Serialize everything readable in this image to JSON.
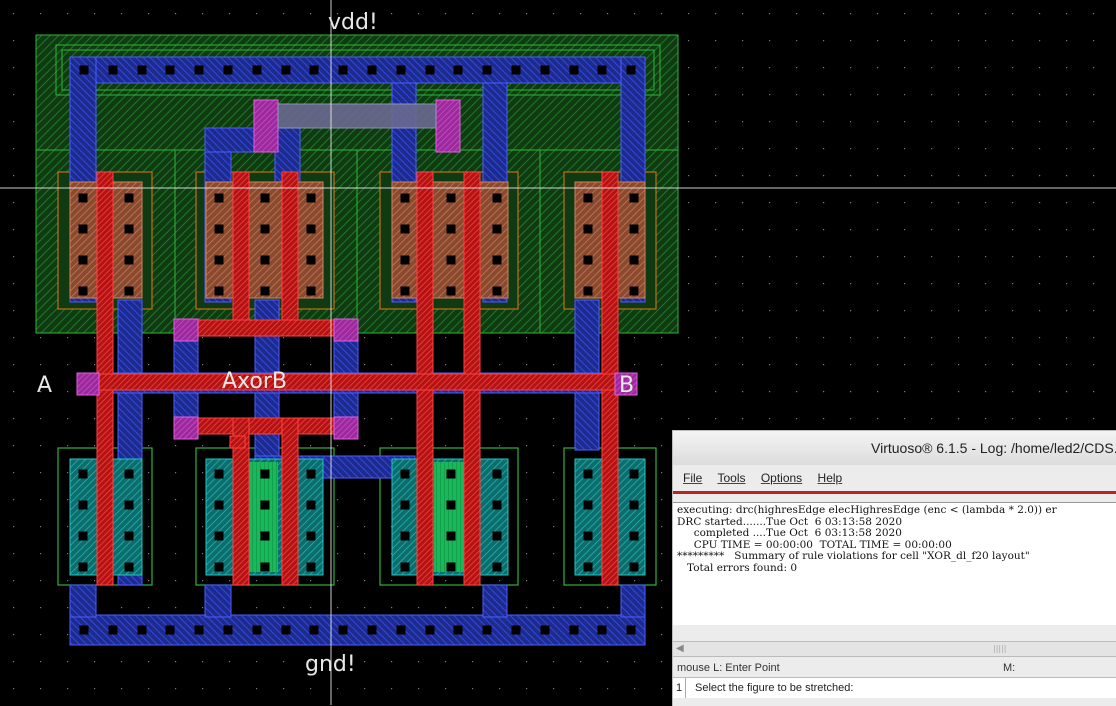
{
  "layout_view": {
    "labels": {
      "vdd": "vdd!",
      "gnd": "gnd!",
      "input_a": "A",
      "input_b": "B",
      "output": "AxorB"
    },
    "colors": {
      "background": "#000000",
      "metal1": "#2233dd",
      "poly": "#e02020",
      "nwell": "#1a8a1a",
      "pdiff": "#c07010",
      "ndiff": "#18a0a0",
      "contact": "#000000",
      "via": "#cc22cc"
    }
  },
  "log_window": {
    "title": "Virtuoso® 6.1.5 - Log: /home/led2/CDS.",
    "menu": [
      "File",
      "Tools",
      "Options",
      "Help"
    ],
    "log_lines": [
      "executing: drc(highresEdge elecHighresEdge (enc < (lambda * 2.0)) er",
      "DRC started.......Tue Oct  6 03:13:58 2020",
      "     completed ....Tue Oct  6 03:13:58 2020",
      "     CPU TIME = 00:00:00  TOTAL TIME = 00:00:00",
      "*********   Summary of rule violations for cell \"XOR_dl_f20 layout\"",
      "   Total errors found: 0"
    ],
    "mouse_status": "mouse L: Enter Point",
    "mouse_middle": "M:",
    "prompt_number": "1",
    "prompt_text": "Select the figure to be stretched:"
  }
}
